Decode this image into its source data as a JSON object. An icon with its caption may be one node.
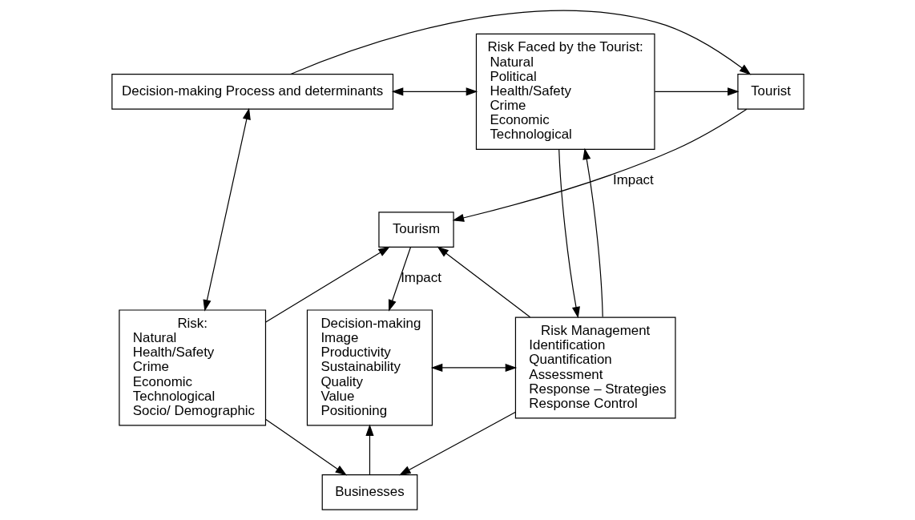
{
  "diagram": {
    "nodes": [
      {
        "text": [
          "Decision-making Process and determinants"
        ]
      },
      {
        "text": [
          "Tourist"
        ]
      },
      {
        "text": [
          "Risk Faced by the Tourist:",
          "Natural",
          "Political",
          "Health/Safety",
          "Crime",
          "Economic",
          "Technological"
        ]
      },
      {
        "text": [
          "Tourism"
        ]
      },
      {
        "text": [
          "Risk:",
          "Natural",
          "Health/Safety",
          "Crime",
          "Economic",
          "Technological",
          "Socio/ Demographic"
        ]
      },
      {
        "text": [
          "Decision-making",
          "Image",
          "Productivity",
          "Sustainability",
          "Quality",
          "Value",
          "Positioning"
        ]
      },
      {
        "text": [
          "Risk Management",
          "Identification",
          "Quantification",
          "Assessment",
          "Response – Strategies",
          "Response Control"
        ]
      },
      {
        "text": [
          "Businesses"
        ]
      }
    ],
    "edges": [
      {
        "from": 0,
        "to": 2,
        "arrow": "both"
      },
      {
        "from": 0,
        "to": 1,
        "arrow": "to"
      },
      {
        "from": 2,
        "to": 1,
        "arrow": "to"
      },
      {
        "from": 1,
        "to": 3,
        "arrow": "to",
        "label": "Impact"
      },
      {
        "from": 0,
        "to": 4,
        "arrow": "both"
      },
      {
        "from": 4,
        "to": 3,
        "arrow": "to"
      },
      {
        "from": 4,
        "to": 7,
        "arrow": "to"
      },
      {
        "from": 3,
        "to": 5,
        "arrow": "to",
        "label": "Impact"
      },
      {
        "from": 7,
        "to": 5,
        "arrow": "to"
      },
      {
        "from": 5,
        "to": 6,
        "arrow": "both"
      },
      {
        "from": 6,
        "to": 3,
        "arrow": "to"
      },
      {
        "from": 6,
        "to": 2,
        "arrow": "to"
      },
      {
        "from": 6,
        "to": 7,
        "arrow": "to"
      },
      {
        "from": 2,
        "to": 6,
        "arrow": "to"
      }
    ]
  }
}
